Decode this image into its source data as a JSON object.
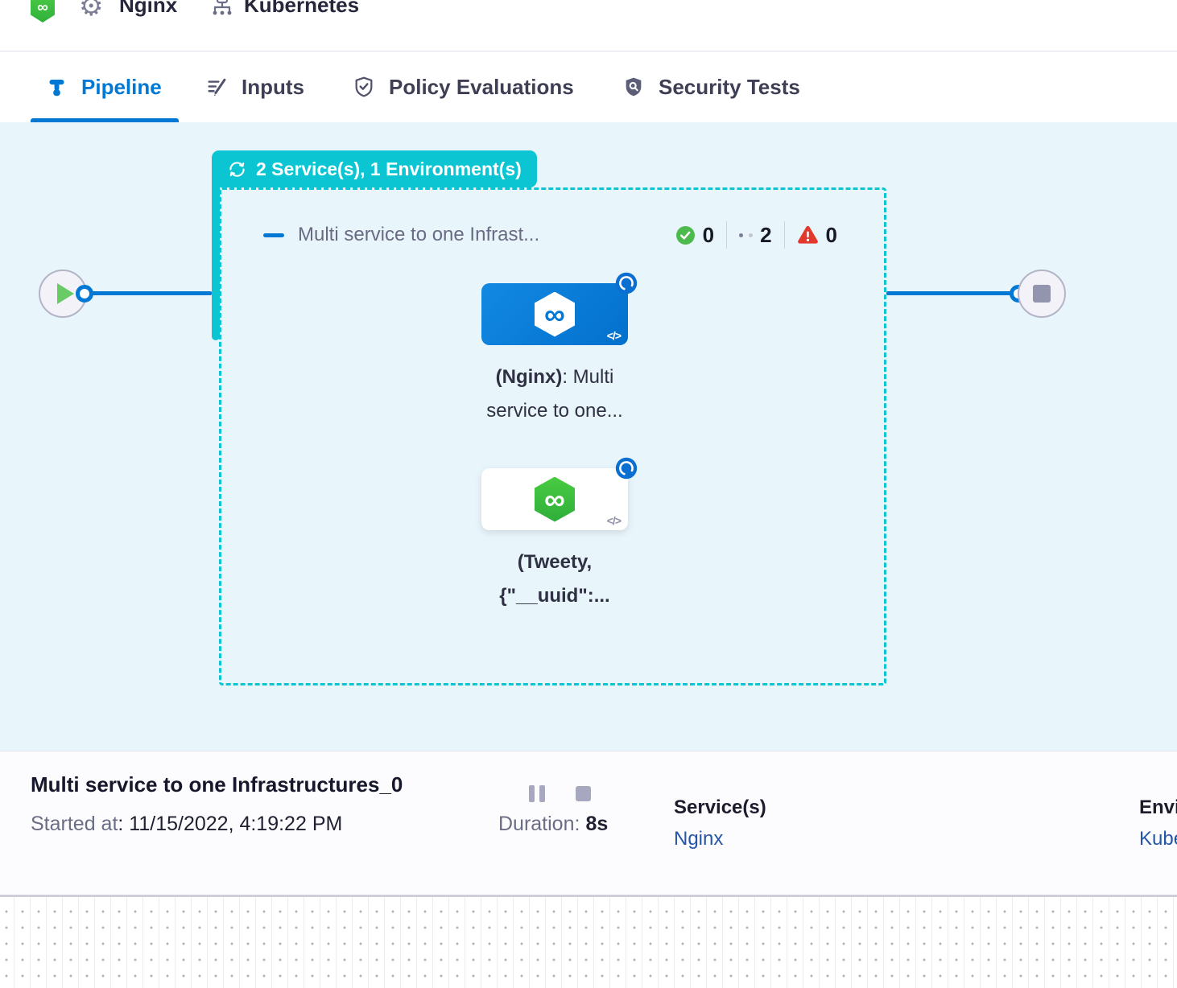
{
  "colors": {
    "accent": "#0278d5",
    "teal": "#0bc6d2",
    "success_green": "#4dba4d",
    "error_red": "#e3392c",
    "link_blue": "#2456a6",
    "canvas_bg": "#e8f5fa"
  },
  "icons": {
    "infinity": "∞",
    "code": "</>"
  },
  "header": {
    "service_name": "Nginx",
    "environment_name": "Kubernetes"
  },
  "tabs": [
    {
      "label": "Pipeline"
    },
    {
      "label": "Inputs"
    },
    {
      "label": "Policy Evaluations"
    },
    {
      "label": "Security Tests"
    }
  ],
  "canvas": {
    "group_badge_label": "2 Service(s), 1 Environment(s)",
    "stage_group_title": "Multi service to one Infrast...",
    "counts": {
      "success": "0",
      "running": "2",
      "failed": "0"
    },
    "stages": [
      {
        "label_bold": "(Nginx)",
        "label_rest": ": Multi service to one..."
      },
      {
        "label_bold": "(Tweety, {\"__uuid\":...",
        "label_rest": ""
      }
    ]
  },
  "footer": {
    "title": "Multi service to one Infrastructures_0",
    "started_label": "Started at",
    "started_value": ": 11/15/2022, 4:19:22 PM",
    "duration_label": "Duration:",
    "duration_value": "8s",
    "services_label": "Service(s)",
    "services_value": "Nginx",
    "environments_label": "Environment(s)",
    "environments_value": "Kubernetes"
  }
}
